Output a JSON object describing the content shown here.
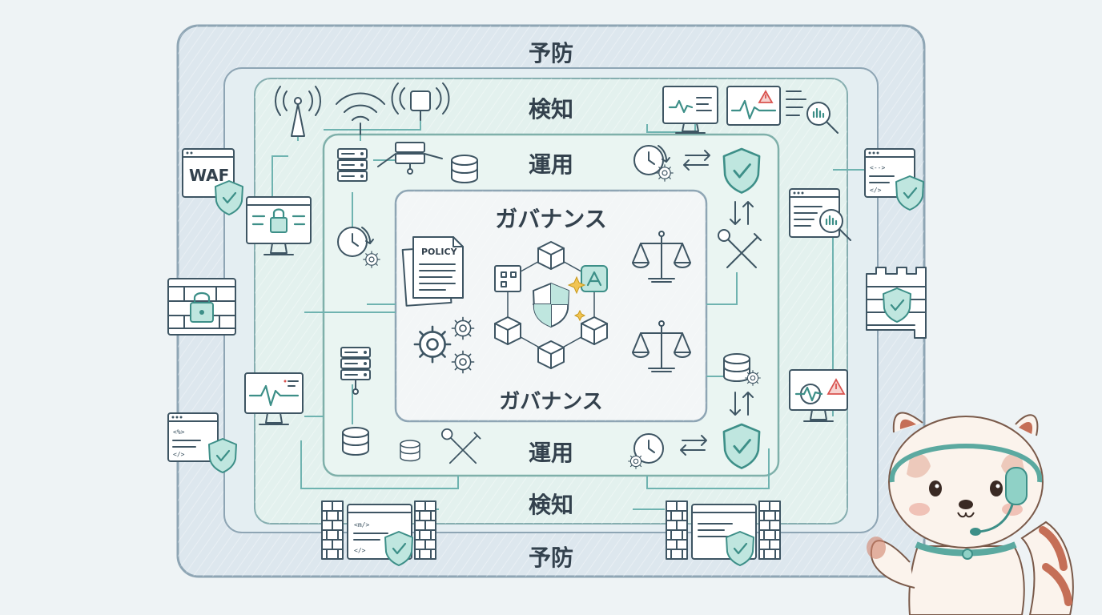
{
  "layers": {
    "prevention": "予防",
    "detection": "検知",
    "operations": "運用",
    "governance": "ガバナンス"
  },
  "icons": {
    "waf_label": "WAF",
    "policy_label": "POLICY",
    "code_open_tag": "</>",
    "code_arrow_tag": "<-->"
  },
  "colors": {
    "background": "#eef3f5",
    "ring_outer": "#dde7ee",
    "ring_detect": "#e3f1ee",
    "ring_ops": "#eaf5f2",
    "ring_gov": "#f3f6f7",
    "accent_teal": "#3d8f88",
    "warning_red": "#d9534f",
    "ink": "#33414d"
  }
}
